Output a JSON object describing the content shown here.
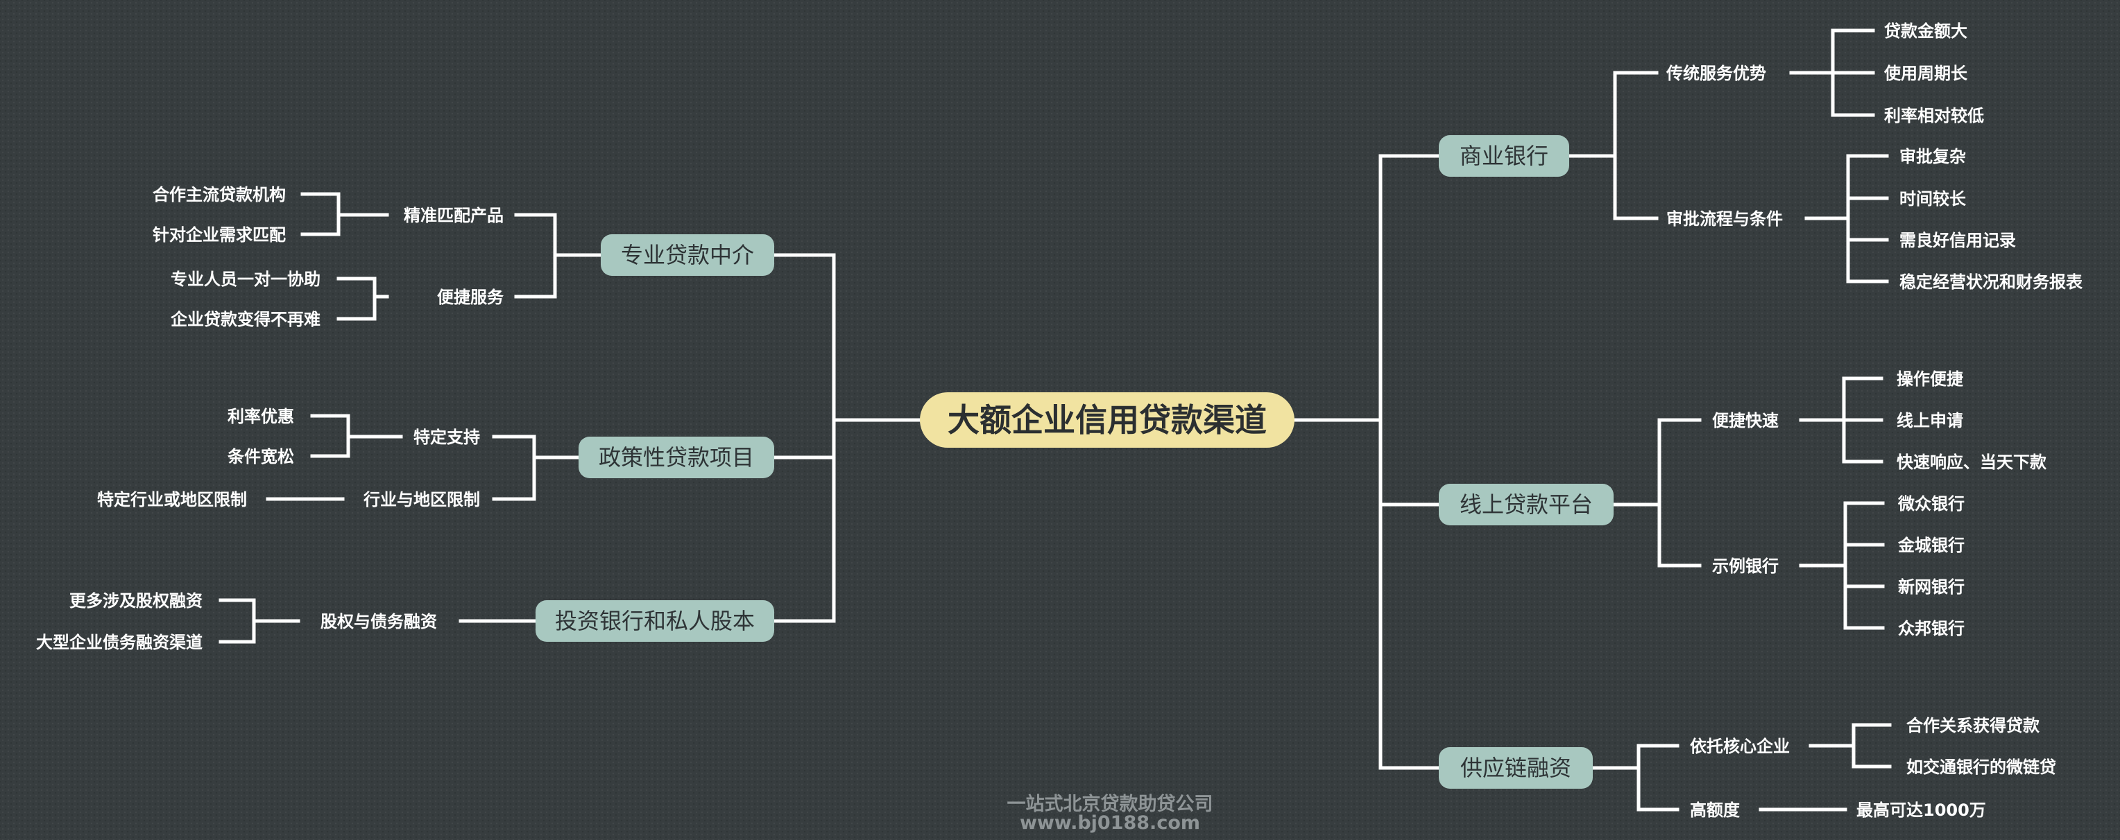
{
  "root": {
    "title": "大额企业信用贷款渠道"
  },
  "branches": {
    "bank": {
      "label": "商业银行"
    },
    "online": {
      "label": "线上贷款平台"
    },
    "supply": {
      "label": "供应链融资"
    },
    "agency": {
      "label": "专业贷款中介"
    },
    "policy": {
      "label": "政策性贷款项目"
    },
    "invest": {
      "label": "投资银行和私人股本"
    }
  },
  "bank": {
    "advantage": {
      "label": "传统服务优势",
      "items": [
        "贷款金额大",
        "使用周期长",
        "利率相对较低"
      ]
    },
    "approval": {
      "label": "审批流程与条件",
      "items": [
        "审批复杂",
        "时间较长",
        "需良好信用记录",
        "稳定经营状况和财务报表"
      ]
    }
  },
  "online": {
    "fast": {
      "label": "便捷快速",
      "items": [
        "操作便捷",
        "线上申请",
        "快速响应、当天下款"
      ]
    },
    "examples": {
      "label": "示例银行",
      "items": [
        "微众银行",
        "金城银行",
        "新网银行",
        "众邦银行"
      ]
    }
  },
  "supply": {
    "core": {
      "label": "依托核心企业",
      "items": [
        "合作关系获得贷款",
        "如交通银行的微链贷"
      ]
    },
    "amount": {
      "label": "高额度",
      "items": [
        "最高可达1000万"
      ]
    }
  },
  "agency": {
    "match": {
      "label": "精准匹配产品",
      "items": [
        "合作主流贷款机构",
        "针对企业需求匹配"
      ]
    },
    "convenient": {
      "label": "便捷服务",
      "items": [
        "专业人员一对一协助",
        "企业贷款变得不再难"
      ]
    }
  },
  "policy": {
    "support": {
      "label": "特定支持",
      "items": [
        "利率优惠",
        "条件宽松"
      ]
    },
    "limit": {
      "label": "行业与地区限制",
      "items": [
        "特定行业或地区限制"
      ]
    }
  },
  "invest": {
    "equity": {
      "label": "股权与债务融资",
      "items": [
        "更多涉及股权融资",
        "大型企业债务融资渠道"
      ]
    }
  },
  "footer": {
    "line1": "一站式北京贷款助贷公司",
    "line2": "www.bj0188.com"
  }
}
